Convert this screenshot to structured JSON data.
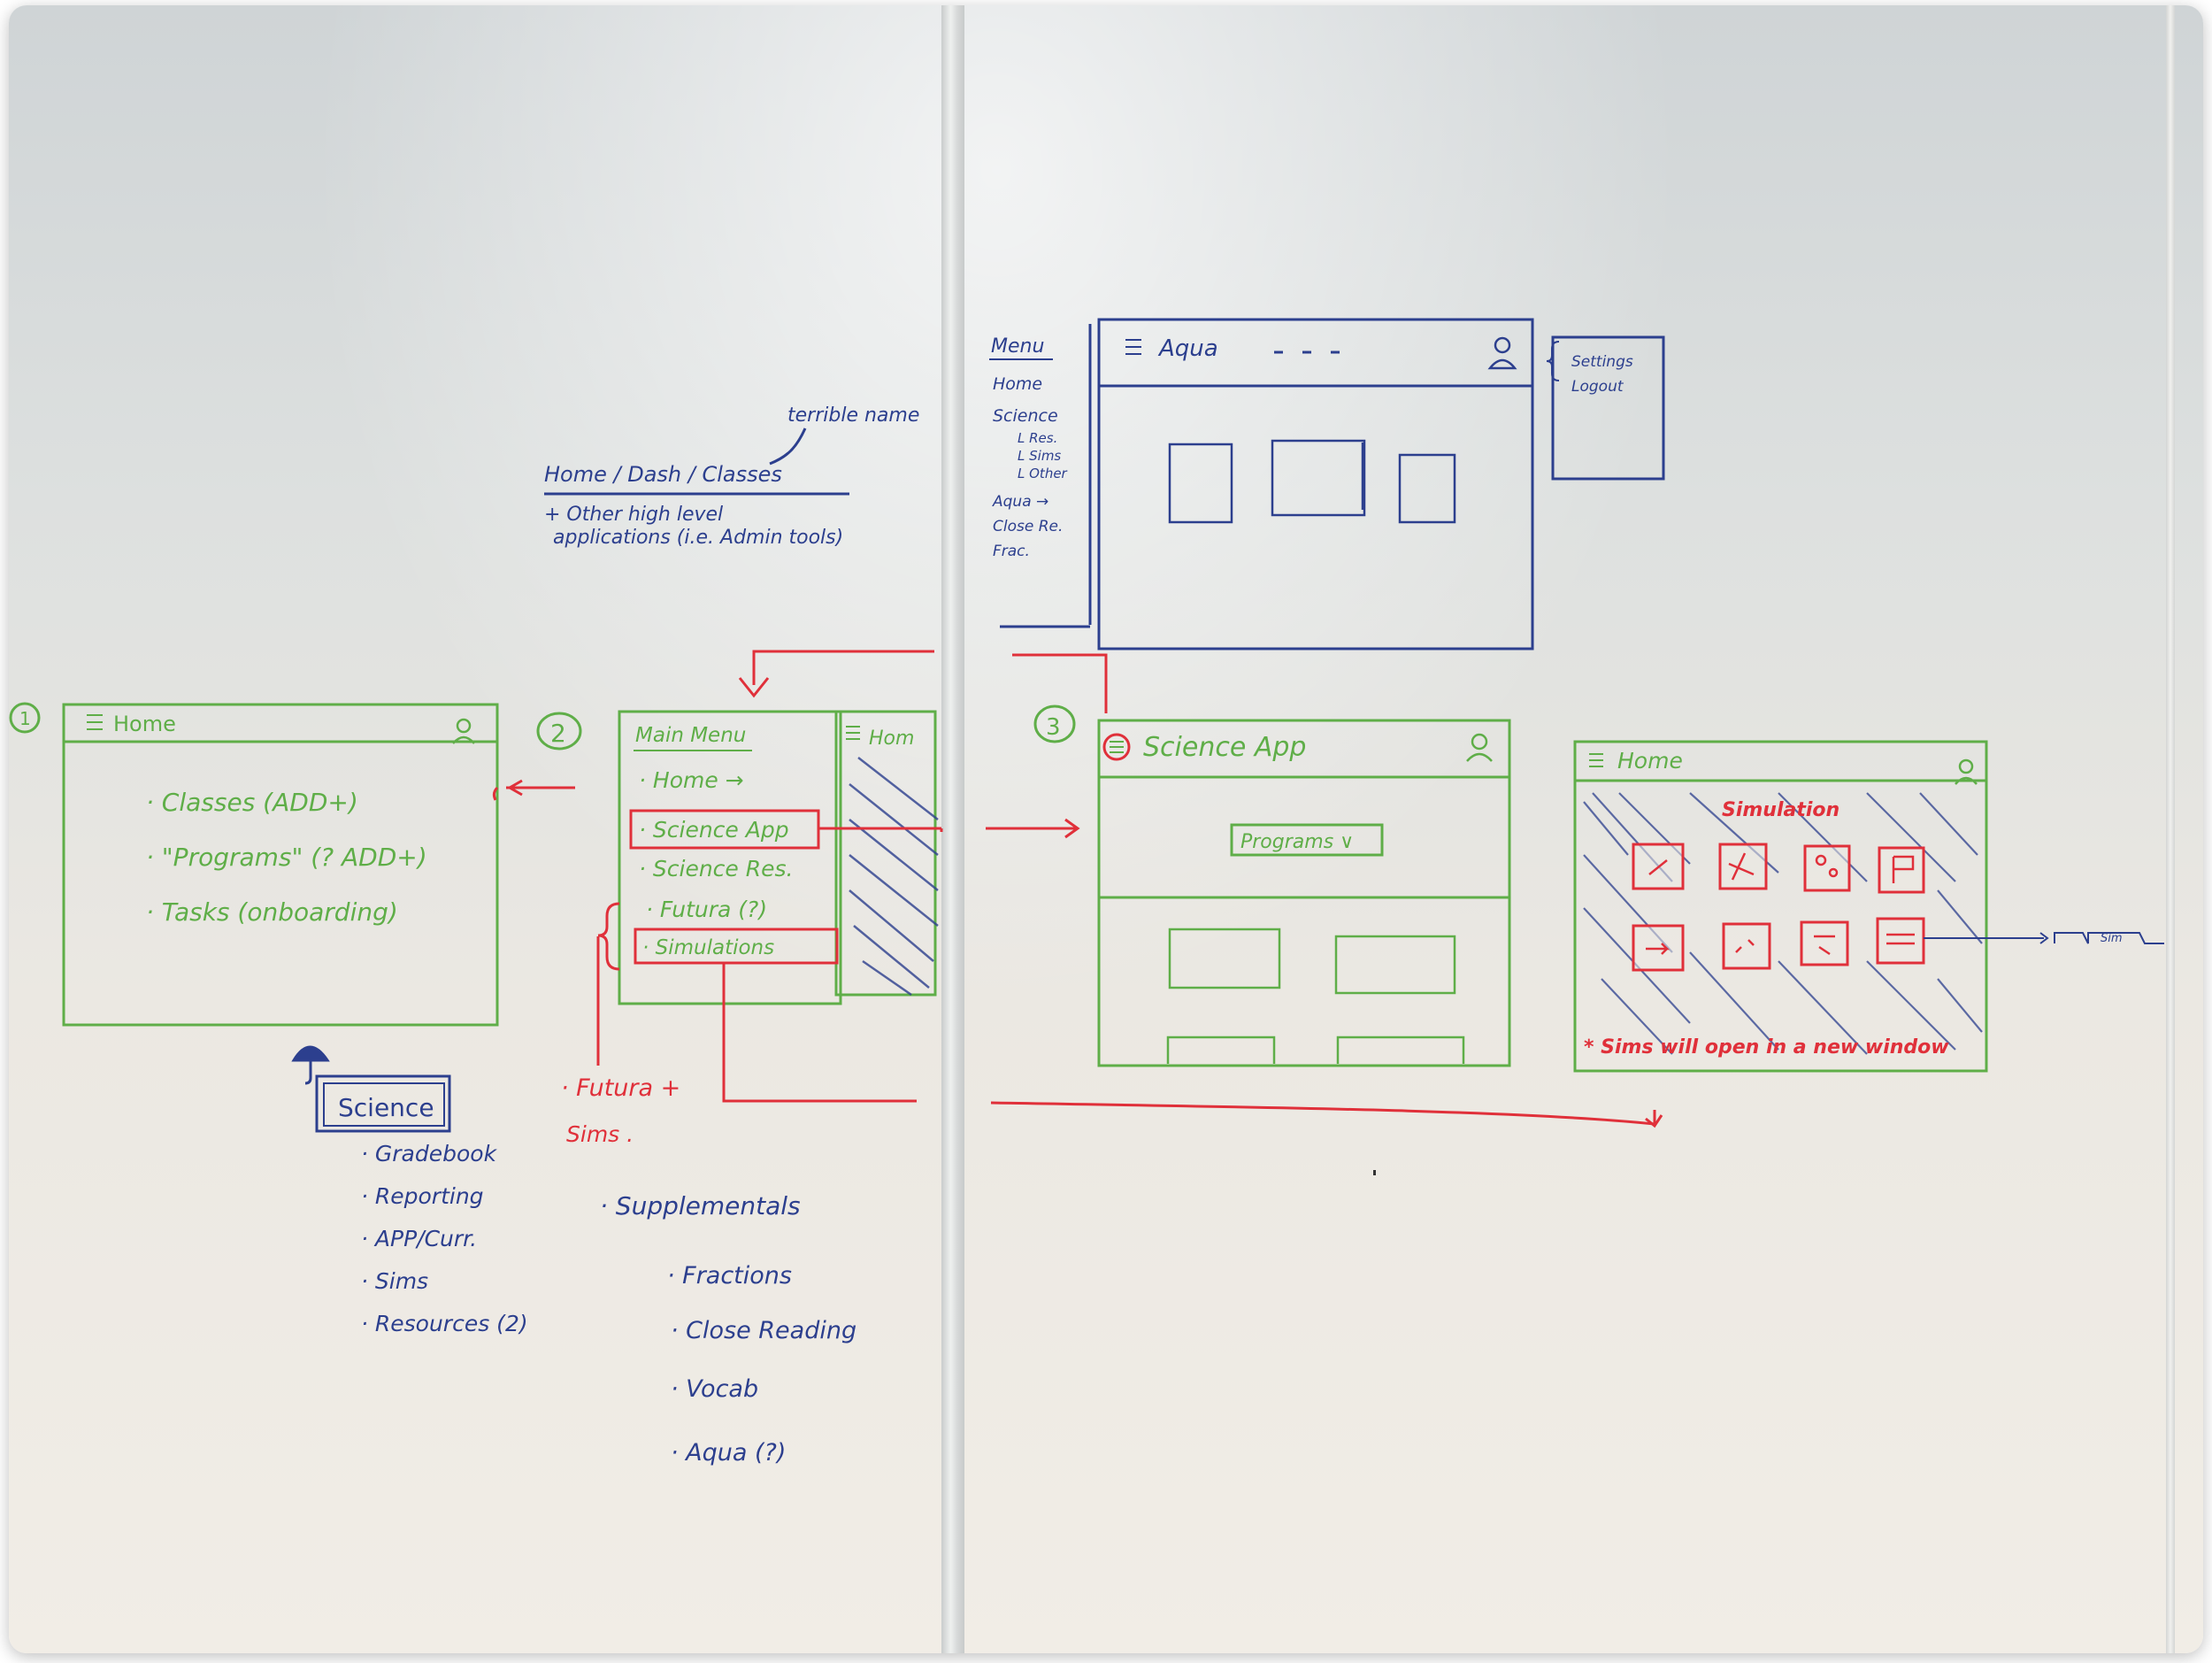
{
  "colors": {
    "blue_marker": "#2c3f8e",
    "green_marker": "#5fae48",
    "red_marker": "#e0303a",
    "board": "#ece9e3"
  },
  "icons": [
    "hamburger-icon",
    "user-icon",
    "arrow-icon",
    "umbrella-icon",
    "brace-icon"
  ],
  "top_note": {
    "annotation": "terrible name",
    "heading": "Home / Dash / Classes",
    "line1": "+ Other high level",
    "line2": "applications (i.e. Admin tools)"
  },
  "aqua_sketch": {
    "menu_title": "Menu",
    "menu_items": [
      "Home",
      "Science",
      "L Res.",
      "L Sims",
      "L Other",
      "Aqua →",
      "Close Re.",
      "Frac."
    ],
    "window_title": "Aqua",
    "dropdown_items": [
      "Settings",
      "Logout"
    ]
  },
  "screen1": {
    "number": "1",
    "title": "Home",
    "items": [
      "· Classes (ADD+)",
      "· \"Programs\" (? ADD+)",
      "· Tasks (onboarding)"
    ]
  },
  "science_list": {
    "title": "Science",
    "items": [
      "· Gradebook",
      "· Reporting",
      "· APP/Curr.",
      "· Sims",
      "· Resources (2)"
    ]
  },
  "screen2": {
    "number": "2",
    "title": "Main Menu",
    "behind_title": "Hom",
    "items": [
      "· Home →",
      "· Science App",
      "· Science Res.",
      "· Futura (?)",
      "· Simulations"
    ]
  },
  "futura_note": {
    "line1": "· Futura +",
    "line2": "Sims ."
  },
  "supplementals": {
    "title": "· Supplementals",
    "items": [
      "· Fractions",
      "· Close Reading",
      "· Vocab",
      "· Aqua (?)"
    ]
  },
  "screen3": {
    "number": "3",
    "title": "Science App",
    "dropdown": "Programs ∨"
  },
  "screen4": {
    "title": "Home",
    "section": "Simulation",
    "note": "* Sims will open in a new window",
    "new_window_label": "Sim"
  }
}
